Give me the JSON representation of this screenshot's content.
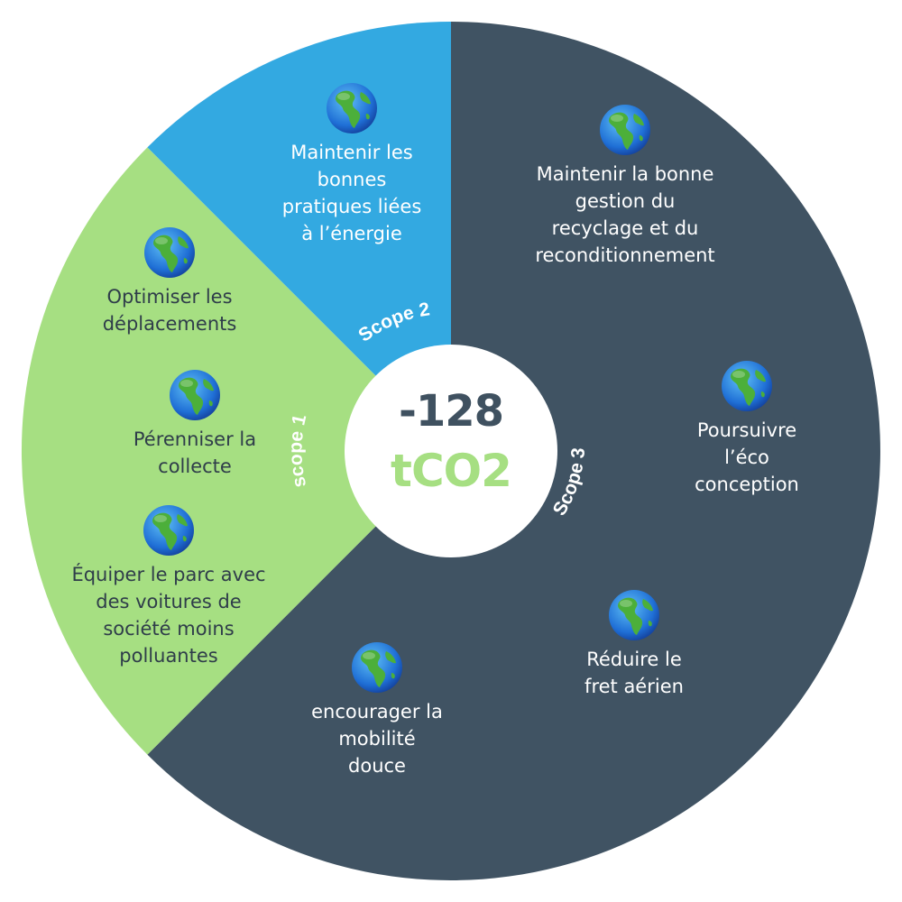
{
  "colors": {
    "scope1": "#a6df82",
    "scope2": "#33a9e1",
    "scope3": "#405363",
    "center_bg": "#ffffff",
    "center_value": "#3f5160",
    "center_unit": "#a6df82"
  },
  "center": {
    "value": "-128",
    "unit": "tCO2"
  },
  "scopes": {
    "scope1": {
      "label": "scope 1"
    },
    "scope2": {
      "label": "Scope 2"
    },
    "scope3": {
      "label": "Scope 3"
    }
  },
  "actions": {
    "scope1": [
      {
        "icon": "globe-icon",
        "text": "Optimiser les\ndéplacements"
      },
      {
        "icon": "globe-icon",
        "text": "Pérenniser la\ncollecte"
      },
      {
        "icon": "globe-icon",
        "text": "Équiper le parc avec\ndes voitures de\nsociété moins\npolluantes"
      }
    ],
    "scope2": [
      {
        "icon": "globe-icon",
        "text": "Maintenir les\nbonnes\npratiques liées\nà l’énergie"
      }
    ],
    "scope3": [
      {
        "icon": "globe-icon",
        "text": "Maintenir la bonne\ngestion du\nrecyclage et du\nreconditionnement"
      },
      {
        "icon": "globe-icon",
        "text": "Poursuivre\nl’éco\nconception"
      },
      {
        "icon": "globe-icon",
        "text": "Réduire le\nfret aérien"
      },
      {
        "icon": "globe-icon",
        "text": "encourager la\nmobilité\ndouce"
      }
    ]
  }
}
